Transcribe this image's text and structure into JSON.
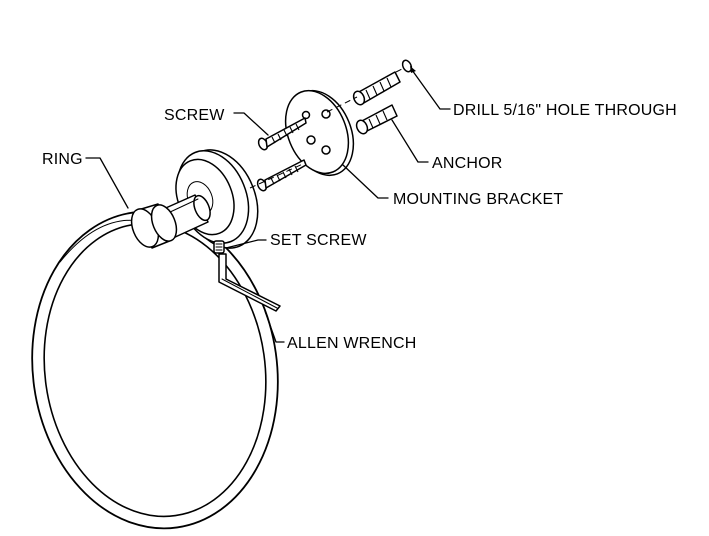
{
  "labels": {
    "drill": "DRILL 5/16\" HOLE THROUGH",
    "screw": "SCREW",
    "anchor": "ANCHOR",
    "ring": "RING",
    "mounting_bracket": "MOUNTING BRACKET",
    "set_screw": "SET SCREW",
    "allen_wrench": "ALLEN WRENCH"
  }
}
